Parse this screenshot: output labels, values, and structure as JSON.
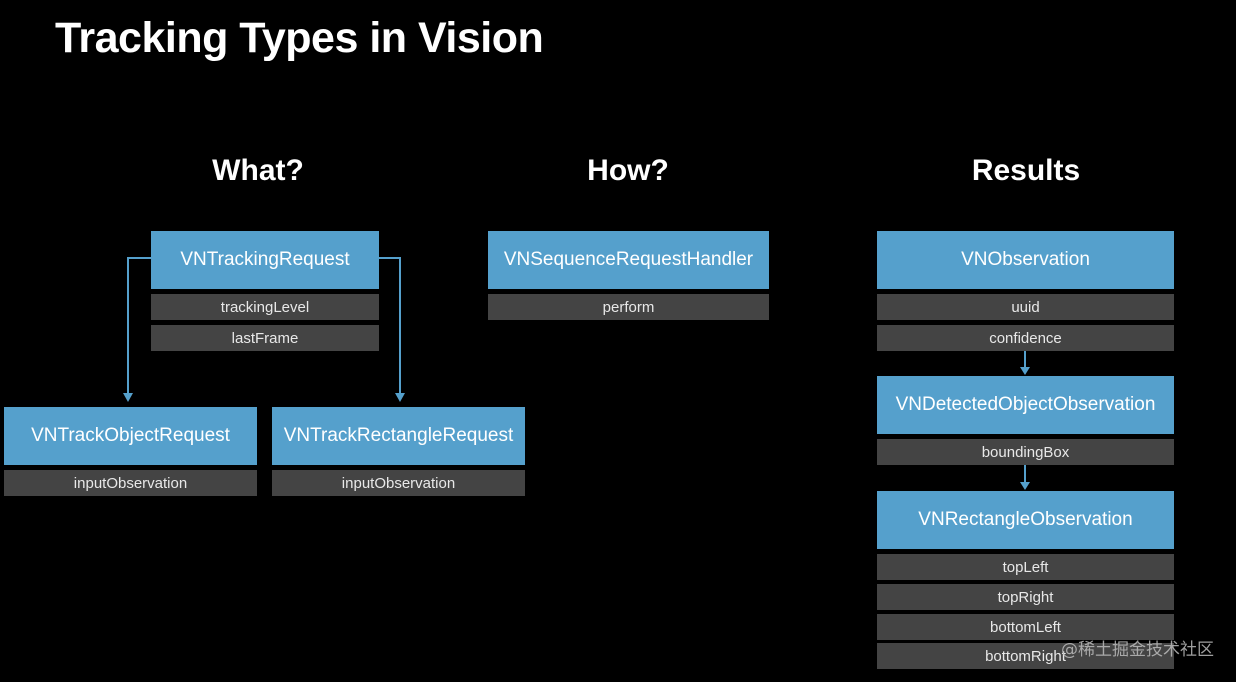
{
  "title": "Tracking Types in Vision",
  "headings": {
    "what": "What?",
    "how": "How?",
    "results": "Results"
  },
  "what": {
    "parent": {
      "name": "VNTrackingRequest",
      "props": [
        "trackingLevel",
        "lastFrame"
      ]
    },
    "children": [
      {
        "name": "VNTrackObjectRequest",
        "props": [
          "inputObservation"
        ]
      },
      {
        "name": "VNTrackRectangleRequest",
        "props": [
          "inputObservation"
        ]
      }
    ]
  },
  "how": {
    "name": "VNSequenceRequestHandler",
    "props": [
      "perform"
    ]
  },
  "results": [
    {
      "name": "VNObservation",
      "props": [
        "uuid",
        "confidence"
      ]
    },
    {
      "name": "VNDetectedObjectObservation",
      "props": [
        "boundingBox"
      ]
    },
    {
      "name": "VNRectangleObservation",
      "props": [
        "topLeft",
        "topRight",
        "bottomLeft",
        "bottomRight"
      ]
    }
  ],
  "watermark": "@稀土掘金技术社区",
  "colors": {
    "class_box": "#55a0cc",
    "property_box": "#444444",
    "background": "#000000",
    "connector": "#55a0cc"
  }
}
